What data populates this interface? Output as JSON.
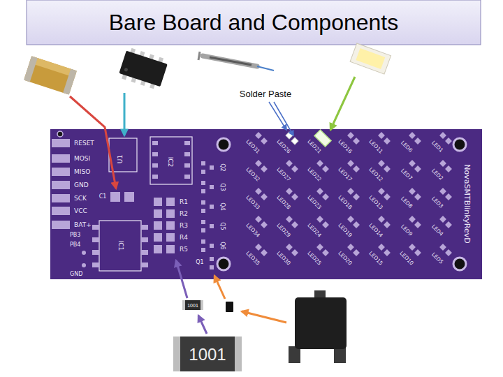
{
  "diagram": {
    "title": "Bare Board and Components",
    "labels": [
      "Solder Paste",
      "RESET",
      "MOSI",
      "MISO",
      "GND",
      "SCK",
      "VCC",
      "BAT+",
      "PB3",
      "PB4",
      "GND",
      "U1",
      "IC2",
      "C1",
      "IC1",
      "R1",
      "R2",
      "R3",
      "R4",
      "R5",
      "Q2",
      "Q3",
      "Q4",
      "Q5",
      "Q6",
      "Q1",
      "LED31",
      "LED26",
      "LED21",
      "LED16",
      "LED11",
      "LED6",
      "LED1",
      "LED32",
      "LED27",
      "LED22",
      "LED17",
      "LED12",
      "LED7",
      "LED2",
      "LED33",
      "LED28",
      "LED23",
      "LED18",
      "LED13",
      "LED8",
      "LED3",
      "LED34",
      "LED29",
      "LED24",
      "LED19",
      "LED14",
      "LED9",
      "LED4",
      "LED35",
      "LED30",
      "LED25",
      "LED20",
      "LED15",
      "LED10",
      "LED5",
      "NovaSMTBlinkyRevD",
      "1001",
      "1001"
    ]
  }
}
